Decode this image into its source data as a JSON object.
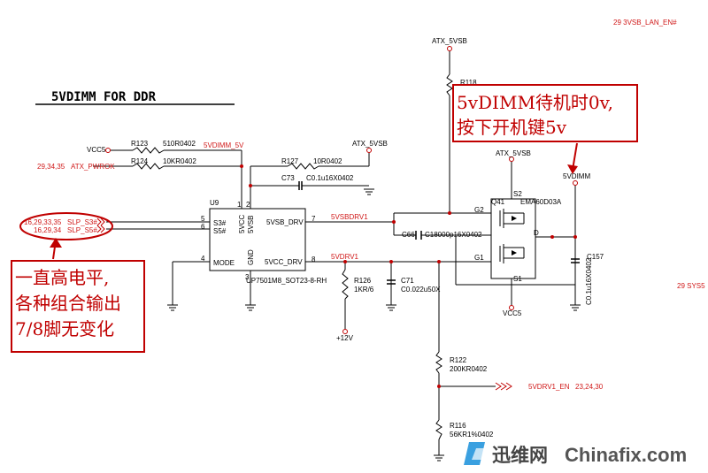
{
  "title": "5VDIMM FOR DDR",
  "top_right_net": "29  3VSB_LAN_EN#",
  "right_net": "29  SYS5",
  "rails": {
    "atx_5vsb_top": "ATX_5VSB",
    "atx_5vsb_mid": "ATX_5VSB",
    "atx_5vsb_q": "ATX_5VSB",
    "vcc5_left": "VCC5",
    "vcc5_bottom": "VCC5",
    "p12v": "+12V",
    "v5dimm": "5VDIMM"
  },
  "left_nets": {
    "atx_pwrok_refs": "29,34,35",
    "atx_pwrok": "ATX_PWROK",
    "slp_s3_refs": "16,29,33,35",
    "slp_s3": "SLP_S3#",
    "slp_s5_refs": "16,29,34",
    "slp_s5": "SLP_S5#",
    "v5dimm_5v": "5VDIMM_5V"
  },
  "parts": {
    "r123": "R123",
    "r123_val": "510R0402",
    "r124": "R124",
    "r124_val": "10KR0402",
    "r127": "R127",
    "r127_val": "10R0402",
    "c73": "C73",
    "c73_val": "C0.1u16X0402",
    "r118": "R118",
    "c66": "C66",
    "c66_val": "C18000p16X0402",
    "c71": "C71",
    "c71_val": "C0.022u50X",
    "r126": "R126",
    "r126_val": "1KR/6",
    "r122": "R122",
    "r122_val": "200KR0402",
    "r116": "R116",
    "r116_val": "56KR1%0402",
    "c157": "C157",
    "c157_val": "C0.1u16X0402",
    "q41": "Q41",
    "q41_val": "EMA60D03A"
  },
  "u9": {
    "ref": "U9",
    "part": "UP7501M8_SOT23-8-RH",
    "pin_s3": "S3#",
    "pin_s5": "S5#",
    "pin_mode": "MODE",
    "pin_5vcc": "5VCC",
    "pin_5vsb": "5VSB",
    "pin_gnd": "GND",
    "pin_5vsb_drv": "5VSB_DRV",
    "pin_5vcc_drv": "5VCC_DRV",
    "n5": "5",
    "n6": "6",
    "n4": "4",
    "n1": "1",
    "n2": "2",
    "n3": "3",
    "n7": "7",
    "n8": "8"
  },
  "nets": {
    "v5vsbdrv1": "5VSBDRV1",
    "v5vdrv1": "5VDRV1",
    "v5vdrv1_en": "5VDRV1_EN",
    "v5vdrv1_en_refs": "23,24,30"
  },
  "q_pins": {
    "g2": "G2",
    "s2": "S2",
    "g1": "G1",
    "s1": "S1",
    "d": "D"
  },
  "annotations": {
    "callout_right_1": "5vDIMM待机时0v,",
    "callout_right_2": "按下开机键5v",
    "callout_left_1": "一直高电平,",
    "callout_left_2": "各种组合输出",
    "callout_left_3": "7/8脚无变化"
  },
  "watermark": {
    "cn": "迅维网",
    "en": "Chinafix.com"
  },
  "colors": {
    "annotation_red": "#c00000",
    "net_red": "#d01818",
    "wire": "#000000"
  }
}
